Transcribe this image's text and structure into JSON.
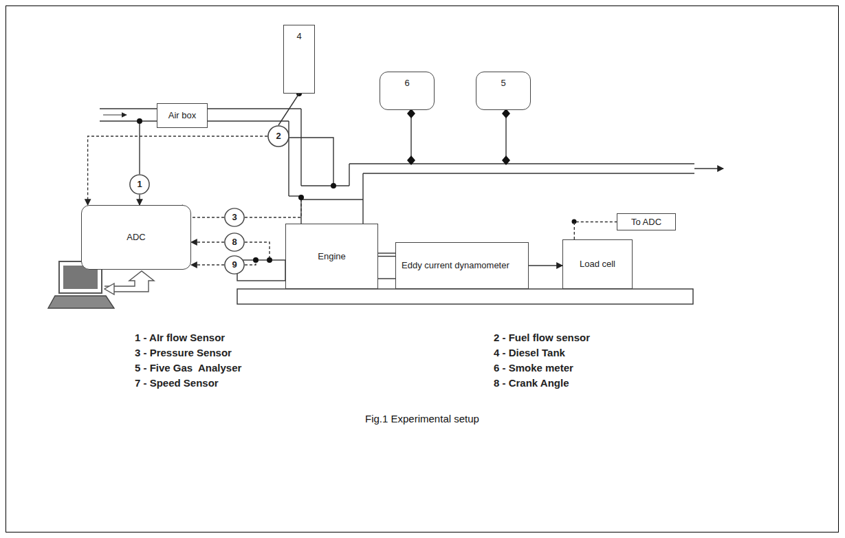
{
  "diagram": {
    "caption": "Fig.1 Experimental setup",
    "nodes": [
      {
        "text": [
          "4"
        ]
      },
      {
        "text": [
          "2"
        ]
      },
      {
        "text": [
          "6"
        ]
      },
      {
        "text": [
          "5"
        ]
      },
      {
        "text": [
          "Air box"
        ]
      },
      {
        "text": [
          "1"
        ]
      },
      {
        "text": [
          "ADC"
        ]
      },
      {
        "text": [
          "3"
        ]
      },
      {
        "text": [
          "8"
        ]
      },
      {
        "text": [
          "9"
        ]
      },
      {
        "text": [
          "Engine"
        ]
      },
      {
        "text": [
          "Eddy current dynamometer"
        ]
      },
      {
        "text": [
          "Load cell"
        ]
      },
      {
        "text": [
          "To ADC"
        ]
      }
    ],
    "edges": [
      {
        "from": 0,
        "to": 1,
        "arrow": "none"
      },
      {
        "from": 1,
        "to": 6,
        "arrow": "to"
      },
      {
        "from": 5,
        "to": 6,
        "arrow": "to"
      },
      {
        "from": 7,
        "to": 6,
        "arrow": "to"
      },
      {
        "from": 8,
        "to": 6,
        "arrow": "to"
      },
      {
        "from": 9,
        "to": 6,
        "arrow": "to"
      },
      {
        "from": 10,
        "to": 11,
        "arrow": "none"
      },
      {
        "from": 11,
        "to": 12,
        "arrow": "to"
      },
      {
        "from": 12,
        "to": 13,
        "arrow": "none"
      }
    ],
    "labels": [
      "1 - AIr flow Sensor",
      "2 - Fuel flow sensor",
      "3 - Pressure Sensor",
      "4 - Diesel Tank",
      "5 - Five Gas  Analyser",
      "6 - Smoke meter",
      "7 - Speed Sensor",
      "8 - Crank Angle"
    ]
  }
}
